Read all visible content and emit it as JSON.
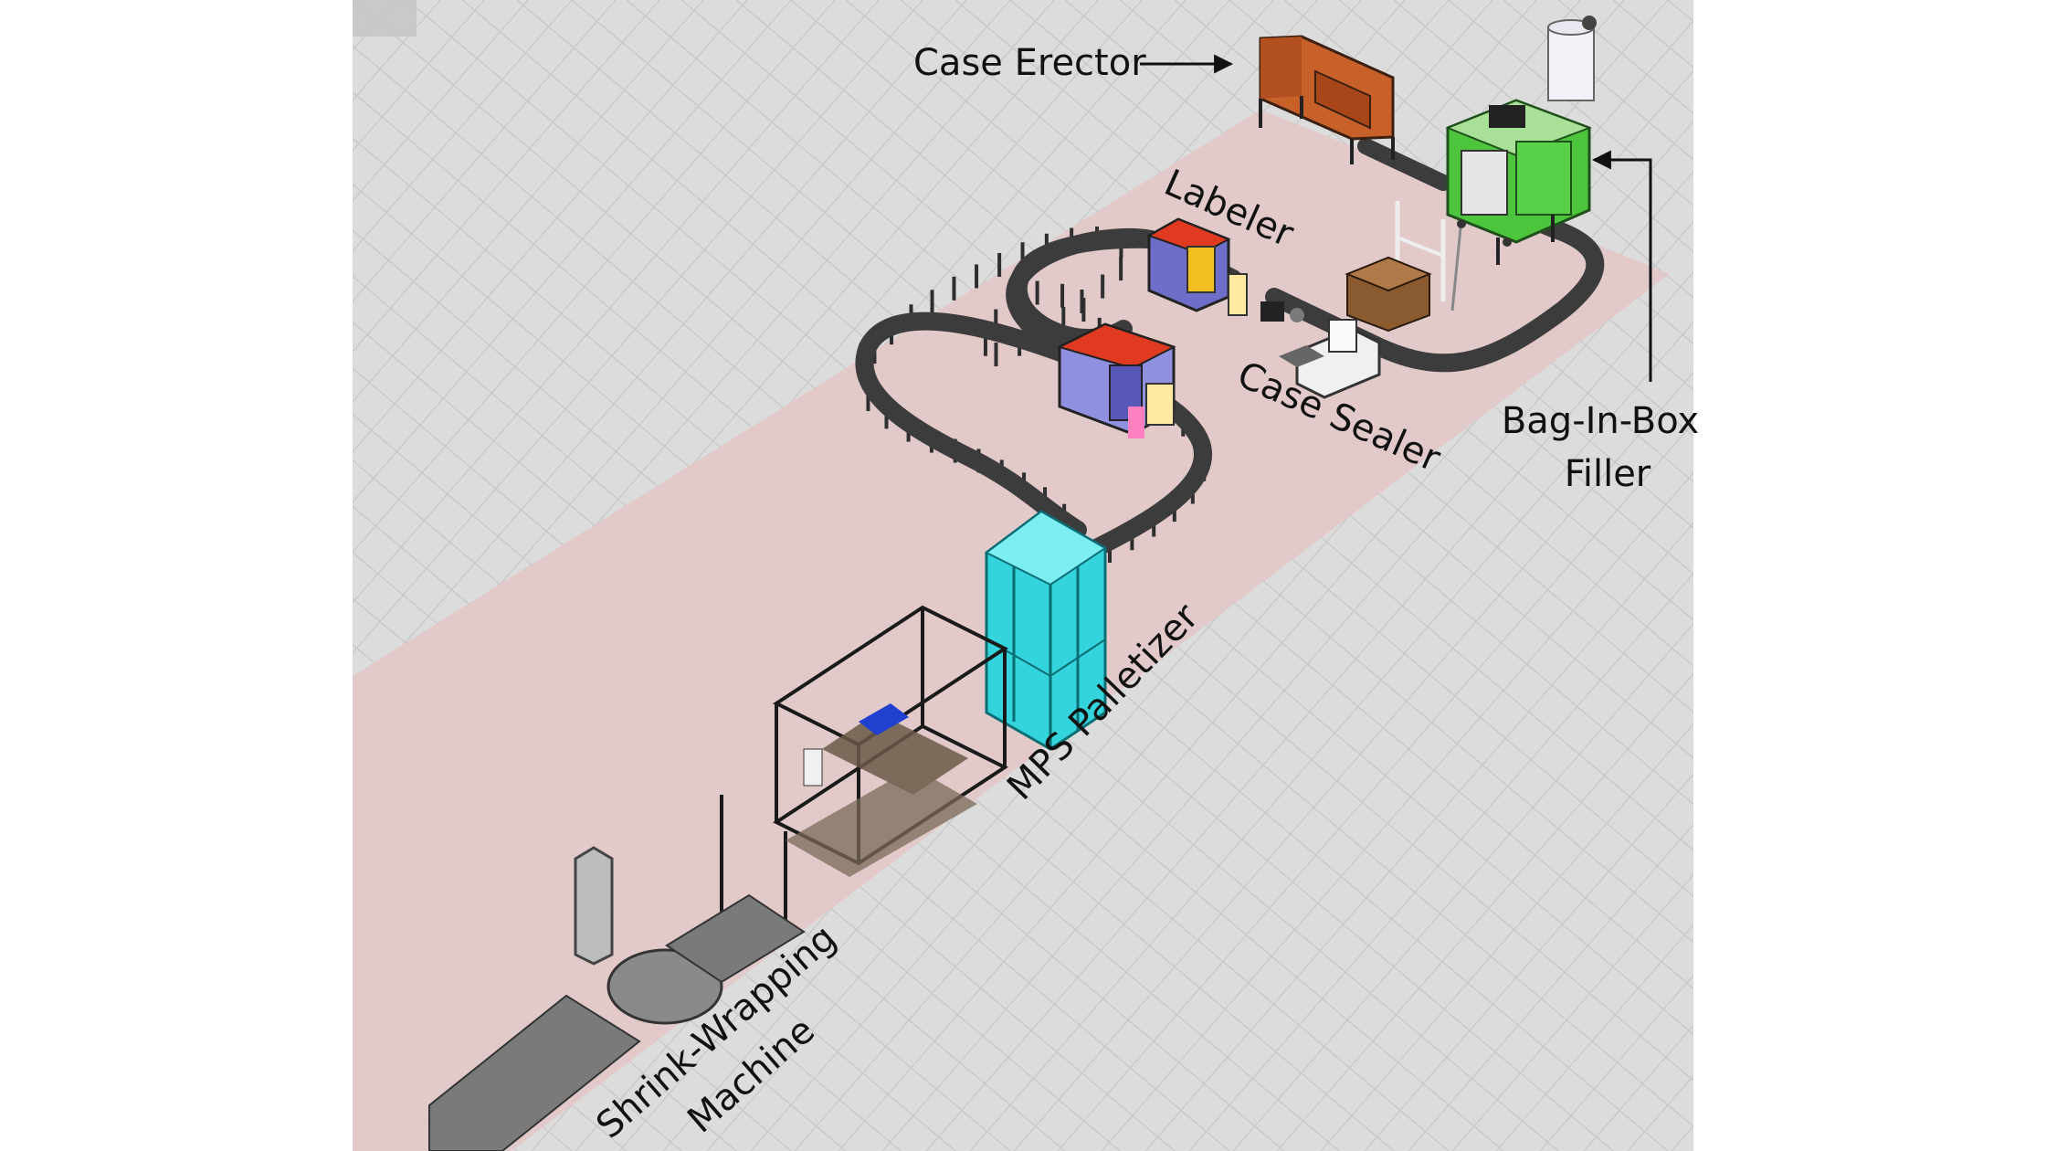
{
  "labels": {
    "case_erector": "Case Erector",
    "labeler": "Labeler",
    "case_sealer": "Case Sealer",
    "bag_in_box_line1": "Bag-In-Box",
    "bag_in_box_line2": "Filler",
    "mps_palletizer": "MPS Palletizer",
    "shrink_line1": "Shrink-Wrapping",
    "shrink_line2": "Machine"
  },
  "colors": {
    "background": "#ffffff",
    "floor": "#dcdcdc",
    "grid": "#c6c6c6",
    "zone": "#e2c8c8",
    "conveyor": "#3c3c3c",
    "case_erector": "#c8602a",
    "labeler_red": "#e03a20",
    "labeler_blue": "#6e6ec8",
    "filler_green": "#4cc43c",
    "palletizer_cyan": "#34d4dc",
    "case_box": "#8a5a30"
  }
}
